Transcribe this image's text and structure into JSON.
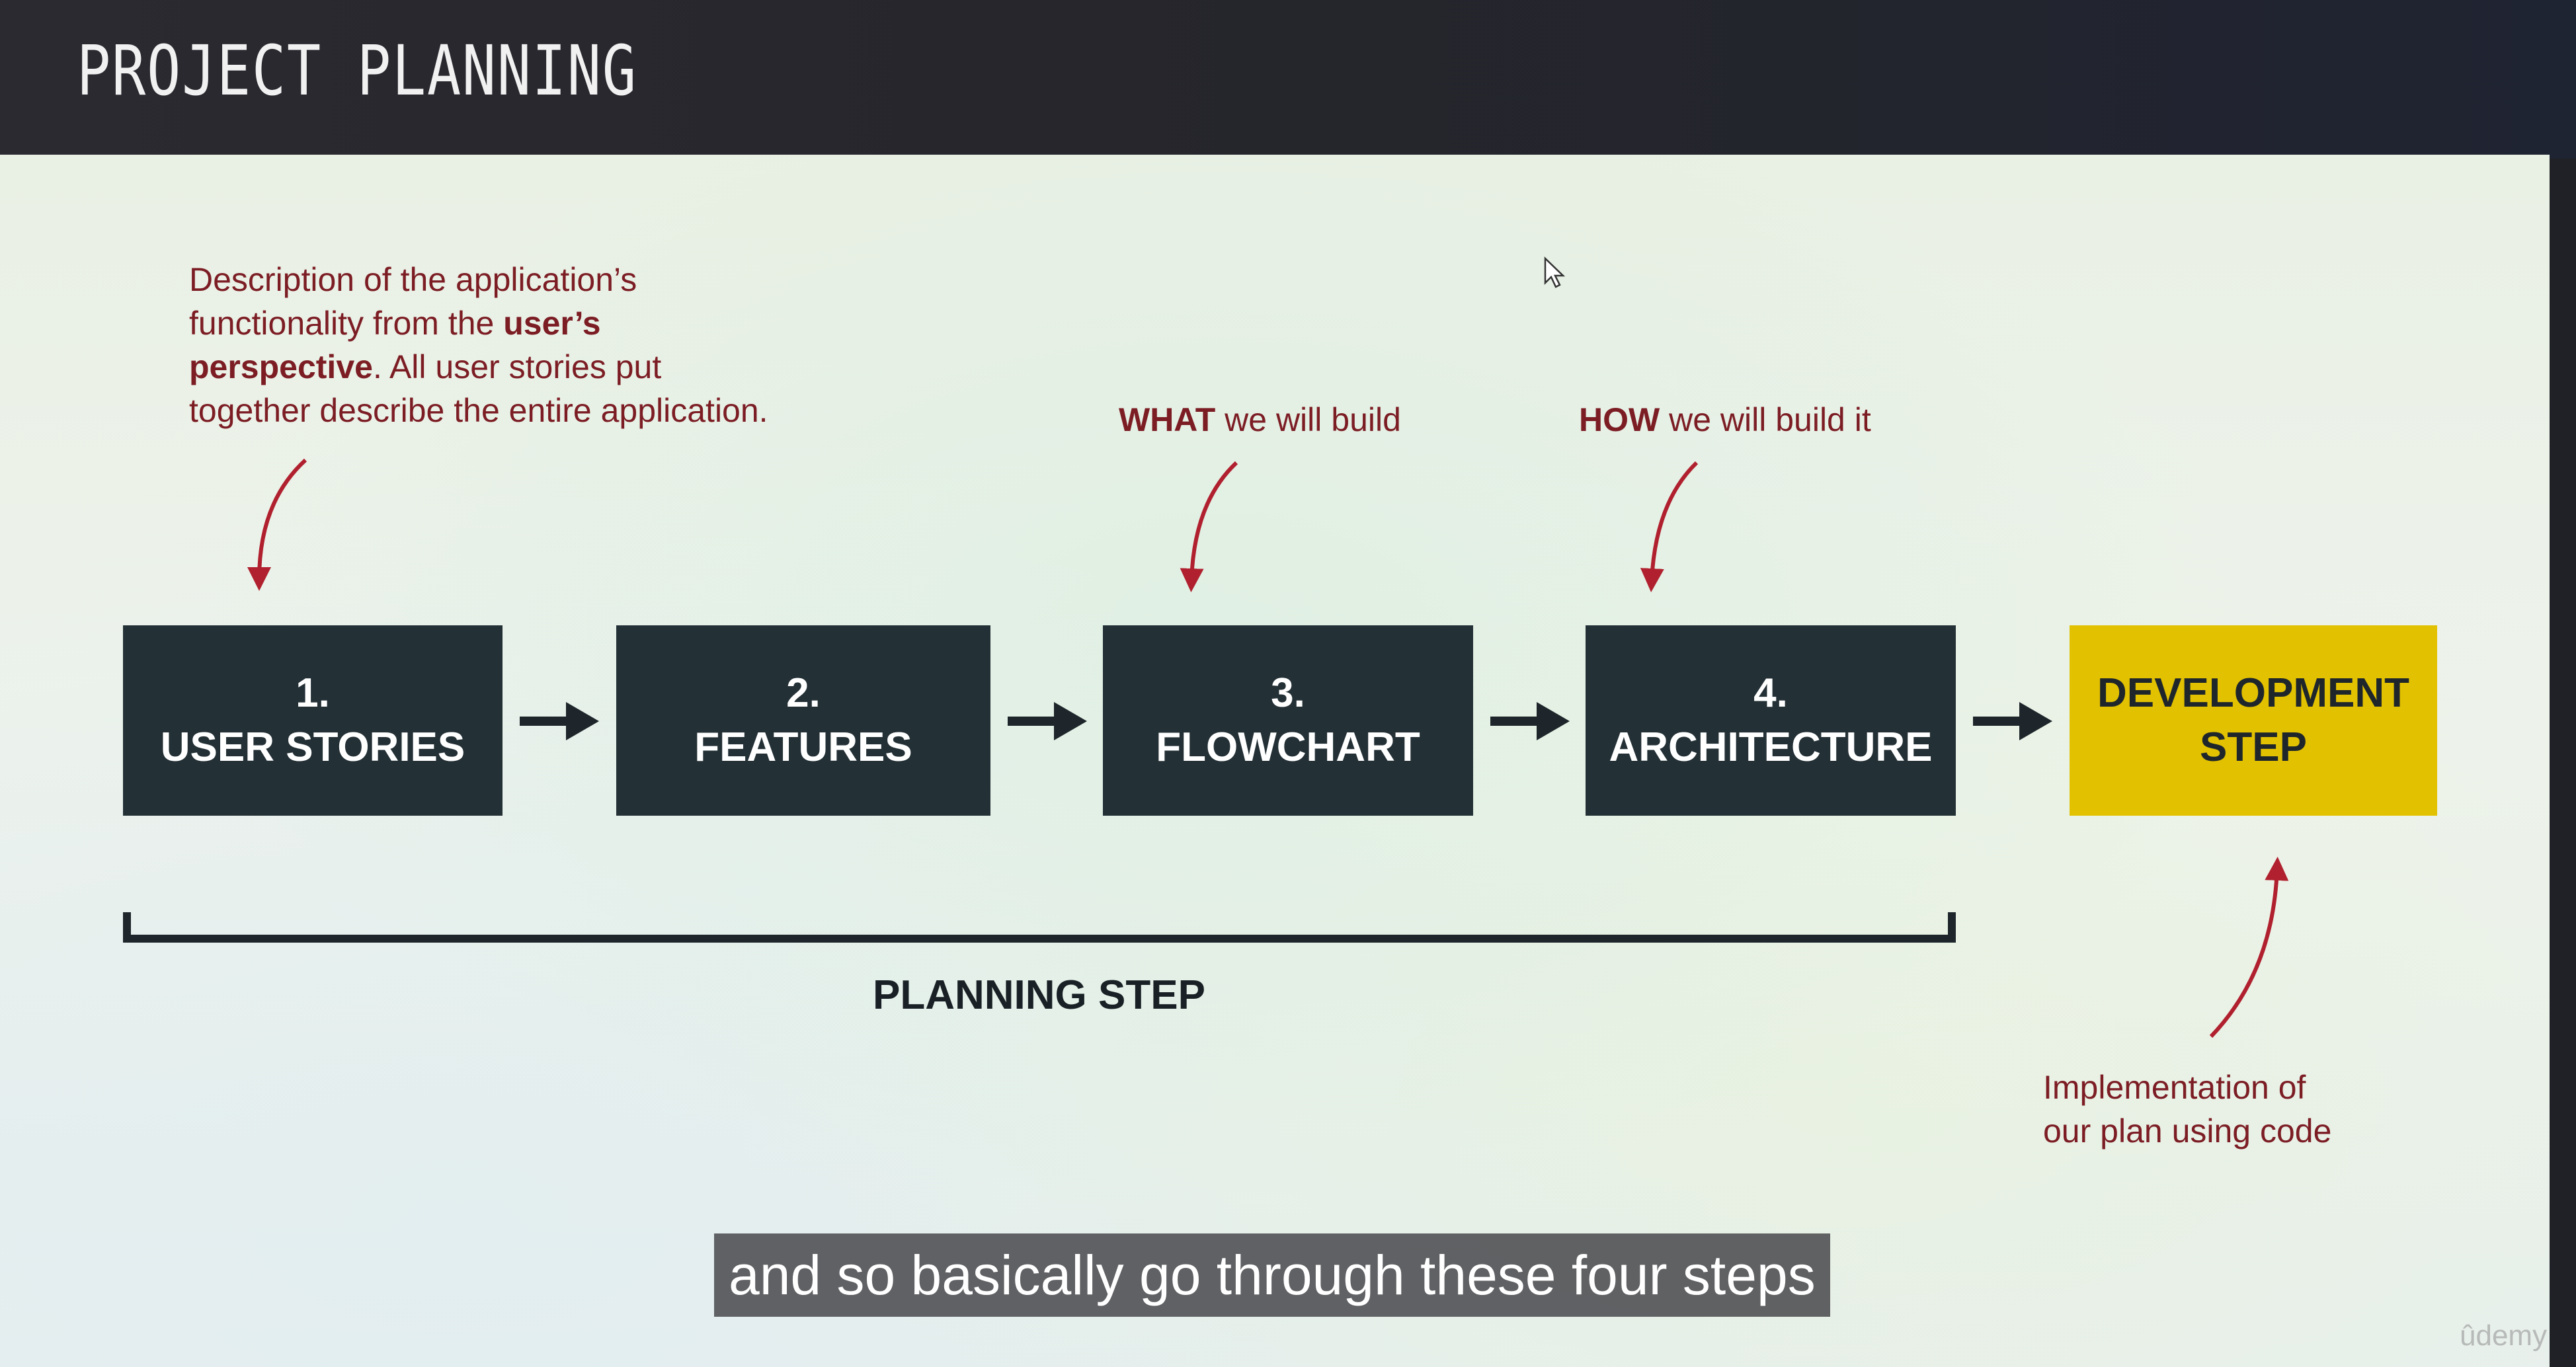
{
  "header": {
    "title": "PROJECT PLANNING"
  },
  "annotations": {
    "user_stories": {
      "line1": "Description of the application’s",
      "line2_pre": "functionality from the ",
      "line2_bold": "user’s",
      "line3_bold": "perspective",
      "line3_post": ". All user stories put",
      "line4": "together describe the entire application."
    },
    "what": {
      "bold": "WHAT",
      "rest": " we will build"
    },
    "how": {
      "bold": "HOW",
      "rest": " we will build it"
    },
    "implementation": {
      "line1": "Implementation of",
      "line2": "our plan using code"
    }
  },
  "steps": [
    {
      "number": "1.",
      "label": "USER STORIES"
    },
    {
      "number": "2.",
      "label": "FEATURES"
    },
    {
      "number": "3.",
      "label": "FLOWCHART"
    },
    {
      "number": "4.",
      "label": "ARCHITECTURE"
    }
  ],
  "development": {
    "line1": "DEVELOPMENT",
    "line2": "STEP"
  },
  "planning_label": "PLANNING STEP",
  "subtitle": "and so basically go through these four steps",
  "watermark": "ûdemy",
  "colors": {
    "box": "#233036",
    "dev_box": "#e2c100",
    "accent": "#7c1d24"
  }
}
